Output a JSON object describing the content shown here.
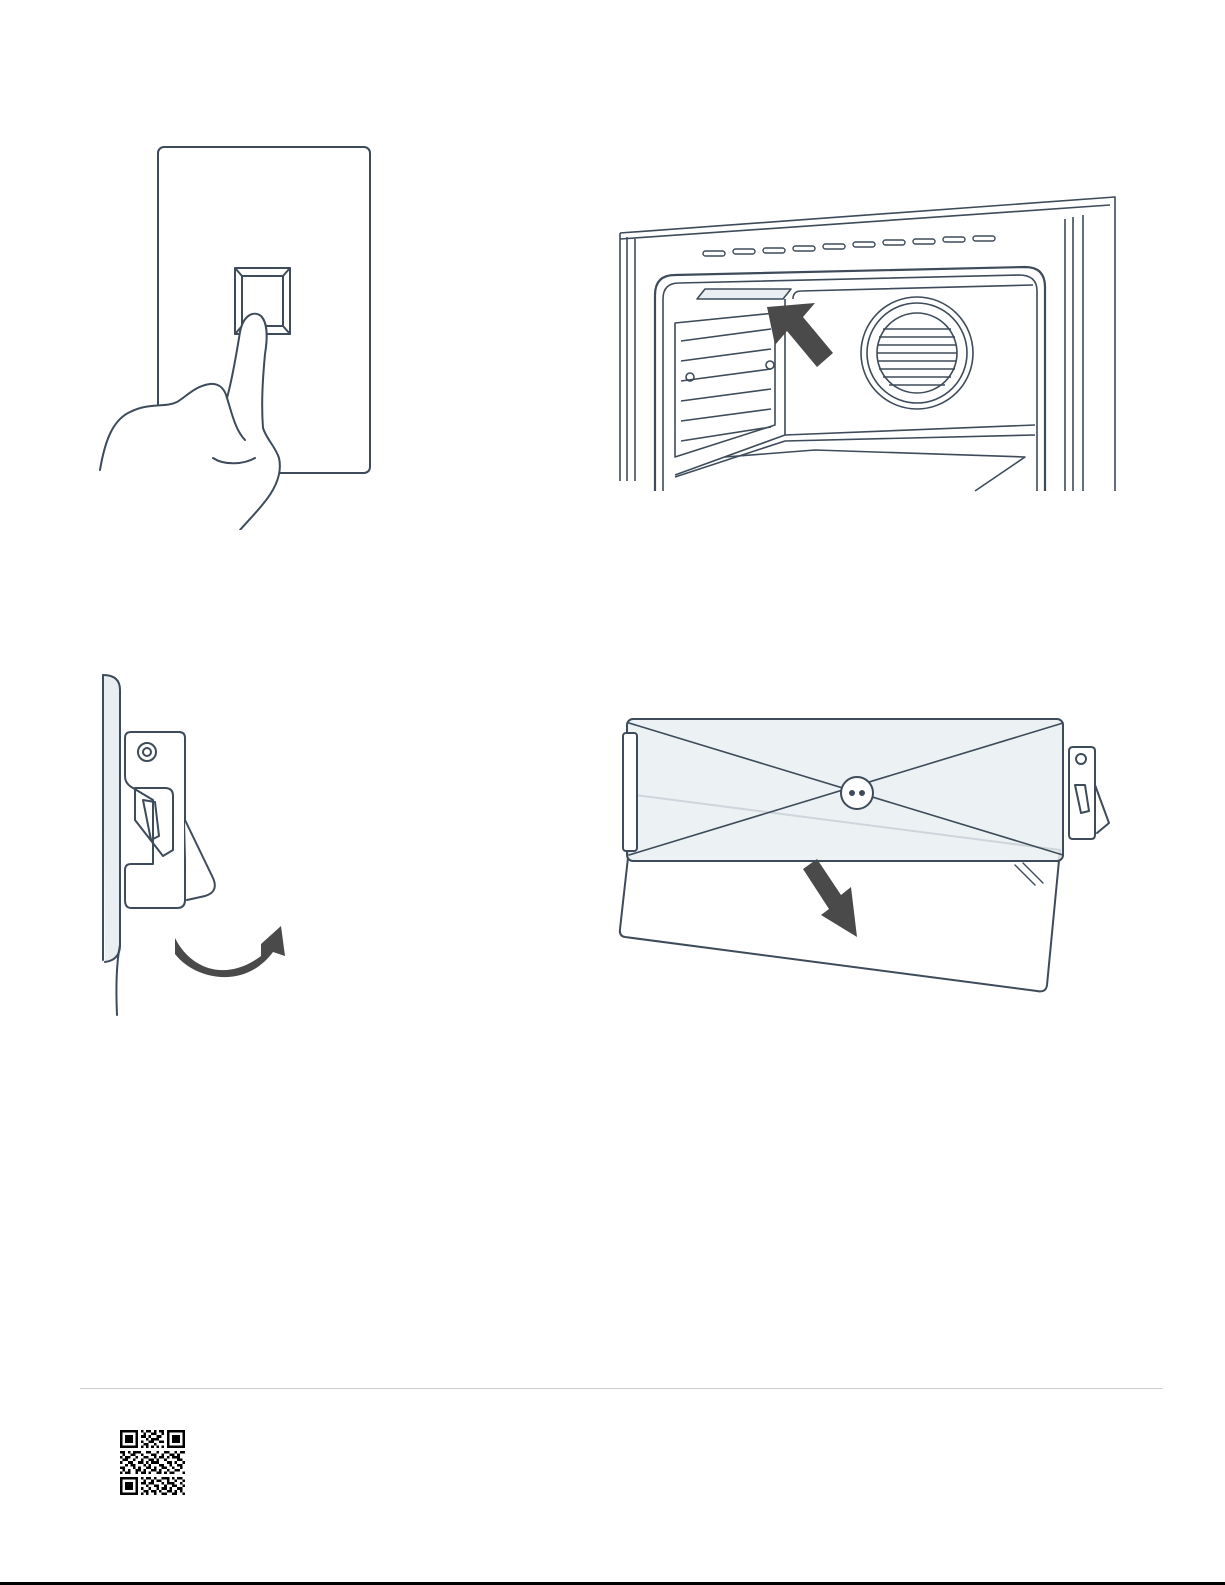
{
  "figures": [
    {
      "id": "power-switch",
      "icon": "power-switch-illustration"
    },
    {
      "id": "oven-interior",
      "icon": "oven-interior-illustration"
    },
    {
      "id": "door-hinge-lever",
      "icon": "hinge-lever-illustration"
    },
    {
      "id": "door-removal",
      "icon": "door-removal-illustration"
    }
  ],
  "footer": {
    "qr_icon": "qr-code-icon"
  },
  "colors": {
    "line": "#3d4b5a",
    "light_fill": "#e9eef2",
    "arrow": "#4a4a4a"
  }
}
